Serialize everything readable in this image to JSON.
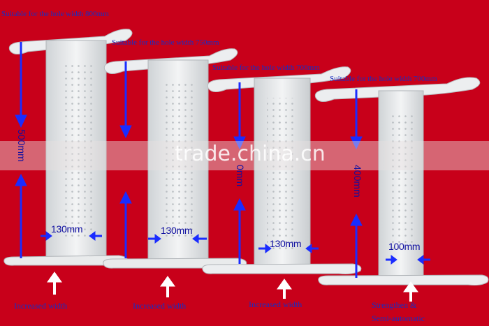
{
  "watermark": "trade.china.cn",
  "products": [
    {
      "hole_label": "Suitable for the hole width 800mm",
      "height_label": "500mm",
      "width_label": "130mm",
      "bottom_label": "Increased width"
    },
    {
      "hole_label": "Suitable for the hole width 750mm",
      "height_label": "",
      "width_label": "130mm",
      "bottom_label": "Increased width"
    },
    {
      "hole_label": "Suitable for the hole width 700mm",
      "height_label": "0mm",
      "width_label": "130mm",
      "bottom_label": "Increased width"
    },
    {
      "hole_label": "Suitable for the hole width 700mm",
      "height_label": "400mm",
      "width_label": "100mm",
      "bottom_label": "Strengthen &",
      "bottom_label_2": "Semi-automatic"
    }
  ],
  "colors": {
    "background": "#c8001a",
    "arrow": "#1a2cff",
    "label": "#1a2cc0",
    "bracket": "#e6e8ea"
  }
}
